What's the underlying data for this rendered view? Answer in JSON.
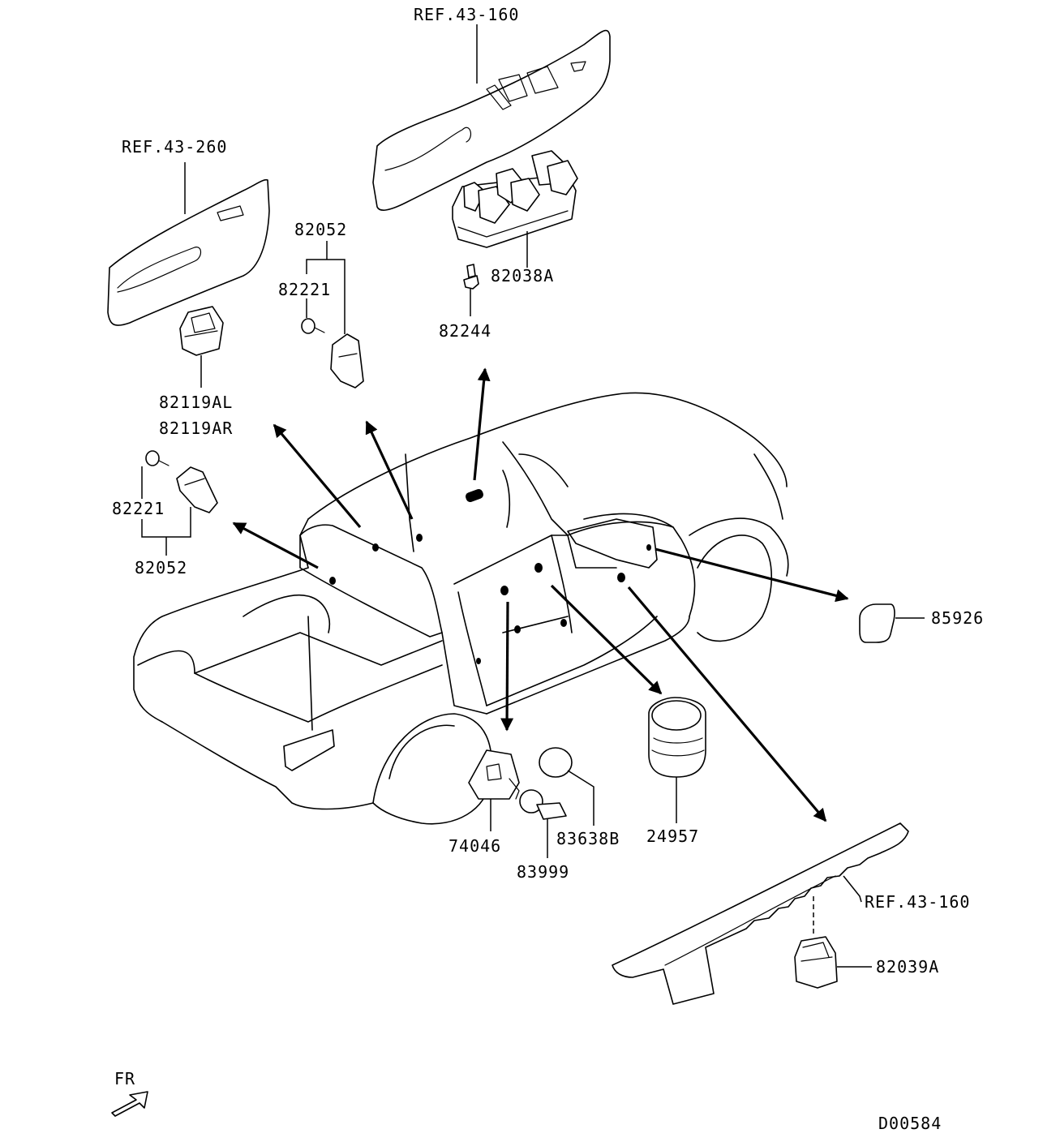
{
  "diagram": {
    "parts": [
      {
        "id": "ref_43_160_top",
        "text": "REF.43-160"
      },
      {
        "id": "ref_43_260",
        "text": "REF.43-260"
      },
      {
        "id": "p82052_upper",
        "text": "82052"
      },
      {
        "id": "p82221_upper",
        "text": "82221"
      },
      {
        "id": "p82038A",
        "text": "82038A"
      },
      {
        "id": "p82244",
        "text": "82244"
      },
      {
        "id": "p82119AL",
        "text": "82119AL"
      },
      {
        "id": "p82119AR",
        "text": "82119AR"
      },
      {
        "id": "p82221_lower",
        "text": "82221"
      },
      {
        "id": "p82052_lower",
        "text": "82052"
      },
      {
        "id": "p85926",
        "text": "85926"
      },
      {
        "id": "p74046",
        "text": "74046"
      },
      {
        "id": "p83638B",
        "text": "83638B"
      },
      {
        "id": "p24957",
        "text": "24957"
      },
      {
        "id": "p83999",
        "text": "83999"
      },
      {
        "id": "ref_43_160_bottom",
        "text": "REF.43-160"
      },
      {
        "id": "p82039A",
        "text": "82039A"
      }
    ],
    "direction_label": "FR",
    "drawing_code": "D00584"
  }
}
